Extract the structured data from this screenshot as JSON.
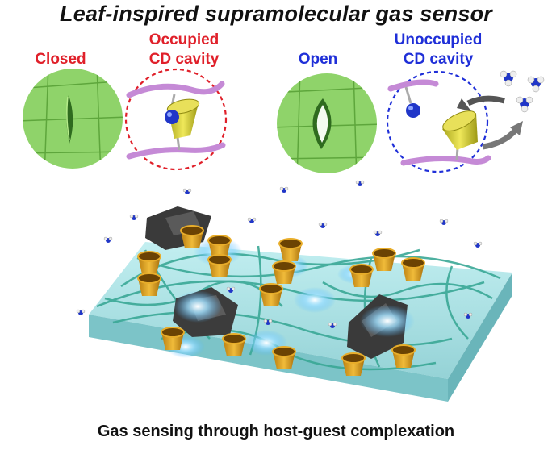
{
  "title": "Leaf-inspired supramolecular gas sensor",
  "closed_panel": {
    "state_label": "Closed",
    "cavity_label_line1": "Occupied",
    "cavity_label_line2": "CD cavity",
    "color": "#e0202a"
  },
  "open_panel": {
    "state_label": "Open",
    "cavity_label_line1": "Unoccupied",
    "cavity_label_line2": "CD cavity",
    "color": "#1f2fd8"
  },
  "caption": "Gas sensing through host-guest complexation",
  "colors": {
    "leaf_green": "#8fd36a",
    "cyclodextrin_yellow": "#d9d23a",
    "cup_orange": "#d69a1c",
    "polymer_purple": "#c58ad6",
    "fiber_teal": "#3aa896",
    "substrate": "#a9e2e4",
    "guest_blue": "#2036c8"
  }
}
